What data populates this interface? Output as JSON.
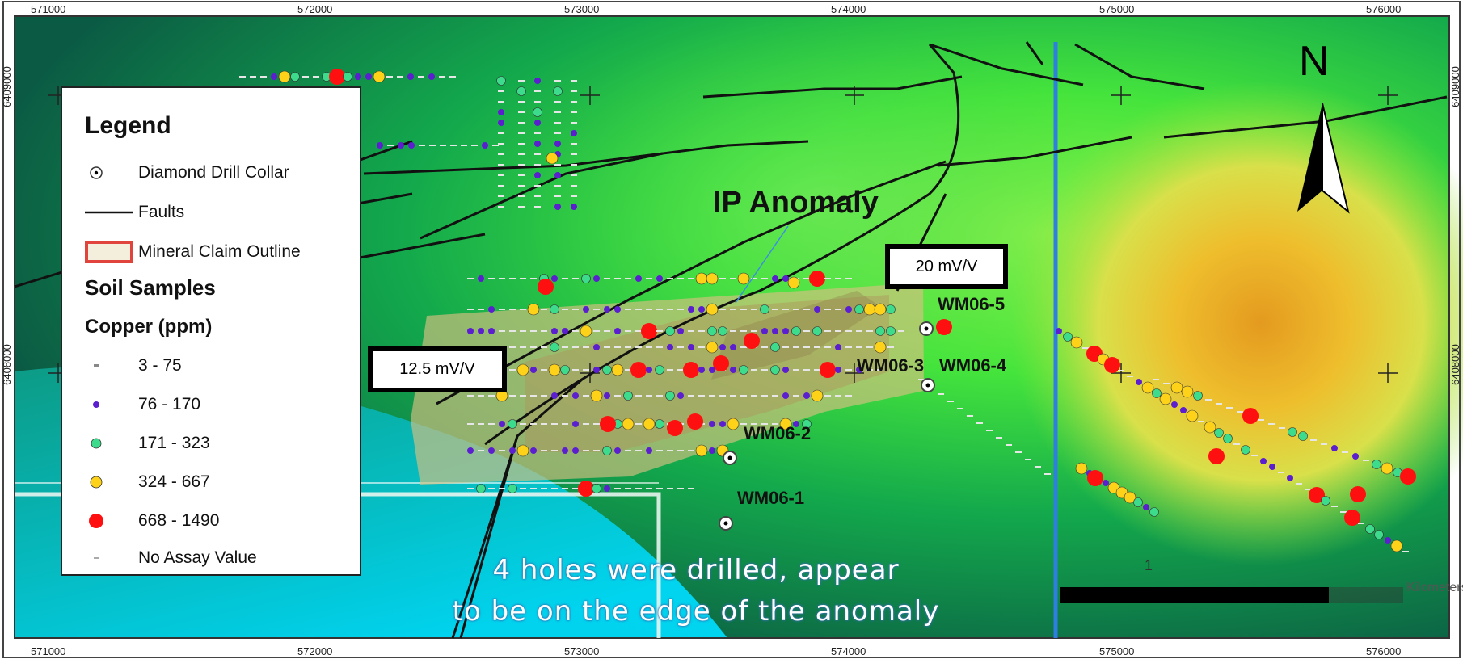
{
  "map": {
    "x_ticks": [
      "571000",
      "572000",
      "573000",
      "574000",
      "575000",
      "576000"
    ],
    "y_ticks": [
      "6409000",
      "6408000"
    ],
    "north_label": "N",
    "ip_anomaly_label": "IP Anomaly",
    "contour_labels": [
      "20 mV/V",
      "12.5 mV/V"
    ],
    "drill_holes": [
      {
        "id": "WM06-1"
      },
      {
        "id": "WM06-2"
      },
      {
        "id": "WM06-3"
      },
      {
        "id": "WM06-4"
      },
      {
        "id": "WM06-5"
      }
    ],
    "caption_line1": "4 holes were drilled, appear",
    "caption_line2": "to be on the edge of the anomaly",
    "scale_value": "1",
    "scale_unit": "Kilometers"
  },
  "legend": {
    "title": "Legend",
    "drill_collar": "Diamond Drill Collar",
    "faults": "Faults",
    "claim": "Mineral Claim Outline",
    "soil_heading": "Soil Samples",
    "copper_heading": "Copper (ppm)",
    "classes": [
      {
        "label": "3 - 75",
        "color": "#d9d9d9"
      },
      {
        "label": "76 - 170",
        "color": "#5b1fd0"
      },
      {
        "label": "171 - 323",
        "color": "#3ddc8c"
      },
      {
        "label": "324 - 667",
        "color": "#ffd21a"
      },
      {
        "label": "668 - 1490",
        "color": "#ff1010"
      },
      {
        "label": "No Assay Value",
        "color": "#d9d9d9"
      }
    ]
  },
  "colors": {
    "fault": "#111111",
    "claim_outline": "#e0443c",
    "anomaly_fill": "#c9a86b",
    "boundary": "#2f7fe0"
  }
}
